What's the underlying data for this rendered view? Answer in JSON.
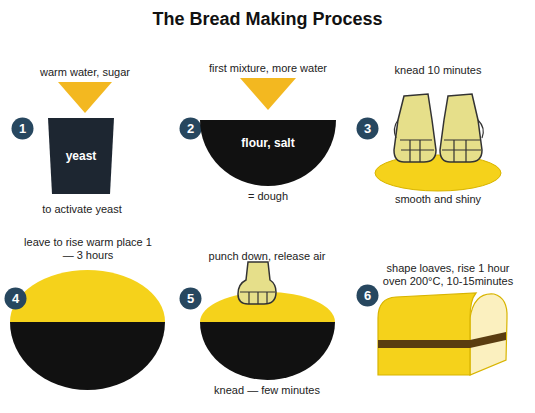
{
  "diagram": {
    "title": "The Bread Making Process",
    "nodes": [
      {
        "text": [
          "1"
        ]
      },
      {
        "text": [
          "yeast"
        ]
      },
      {
        "text": [
          "2"
        ]
      },
      {
        "text": [
          "flour, salt"
        ]
      },
      {
        "text": [
          "3"
        ]
      },
      {
        "text": [
          "4"
        ]
      },
      {
        "text": [
          "5"
        ]
      },
      {
        "text": [
          "6"
        ]
      }
    ],
    "labels": [
      "warm water, sugar",
      "to activate yeast",
      "first mixture, more water",
      "= dough",
      "knead 10 minutes",
      "smooth and shiny",
      "leave to rise warm place 1 — 3 hours",
      "punch down, release air",
      "knead — few minutes",
      "shape loaves, rise 1 hour oven 200°C, 10-15minutes"
    ]
  }
}
